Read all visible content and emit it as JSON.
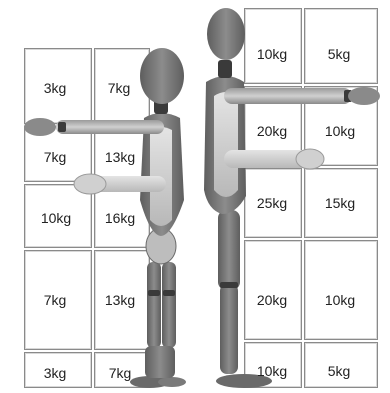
{
  "left_grid": {
    "rows": [
      [
        "3kg",
        "7kg"
      ],
      [
        "7kg",
        "13kg"
      ],
      [
        "10kg",
        "16kg"
      ],
      [
        "7kg",
        "13kg"
      ],
      [
        "3kg",
        "7kg"
      ]
    ]
  },
  "right_grid": {
    "rows": [
      [
        "10kg",
        "5kg"
      ],
      [
        "20kg",
        "10kg"
      ],
      [
        "25kg",
        "15kg"
      ],
      [
        "20kg",
        "10kg"
      ],
      [
        "10kg",
        "5kg"
      ]
    ]
  },
  "colors": {
    "grid_border": "#8a8a8a",
    "mannequin_dark": "#7b7b7b",
    "mannequin_mid": "#9a9a9a",
    "mannequin_light": "#d4d4d4",
    "joint": "#3a3a3a"
  }
}
